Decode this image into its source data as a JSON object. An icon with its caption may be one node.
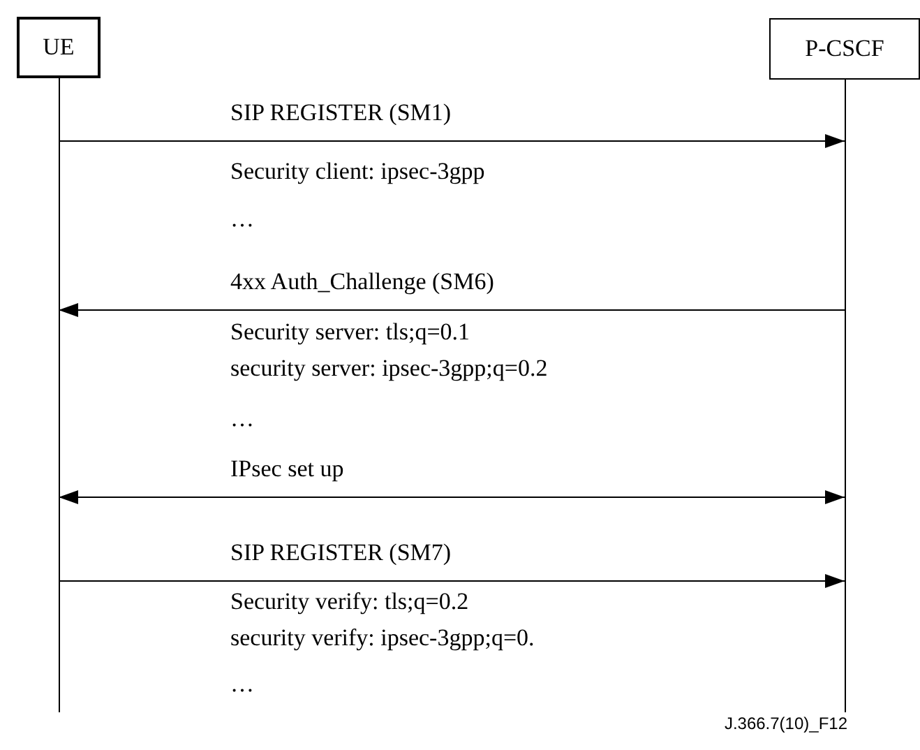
{
  "diagram": {
    "nodes": [
      {
        "text": [
          "UE"
        ]
      },
      {
        "text": [
          "P-CSCF"
        ]
      }
    ],
    "edges": [
      {
        "from": 0,
        "to": 1,
        "arrow": "to",
        "label": "SIP REGISTER (SM1)"
      },
      {
        "from": 1,
        "to": 0,
        "arrow": "to",
        "label": "4xx Auth_Challenge (SM6)"
      },
      {
        "from": 0,
        "to": 1,
        "arrow": "both",
        "label": "IPsec set up"
      },
      {
        "from": 0,
        "to": 1,
        "arrow": "to",
        "label": "SIP REGISTER (SM7)"
      }
    ],
    "labels": [
      "Security client: ipsec-3gpp",
      "…",
      "Security server: tls;q=0.1",
      "security server: ipsec-3gpp;q=0.2",
      "…",
      "Security verify: tls;q=0.2",
      "security verify: ipsec-3gpp;q=0.",
      "…",
      "J.366.7(10)_F12"
    ]
  }
}
